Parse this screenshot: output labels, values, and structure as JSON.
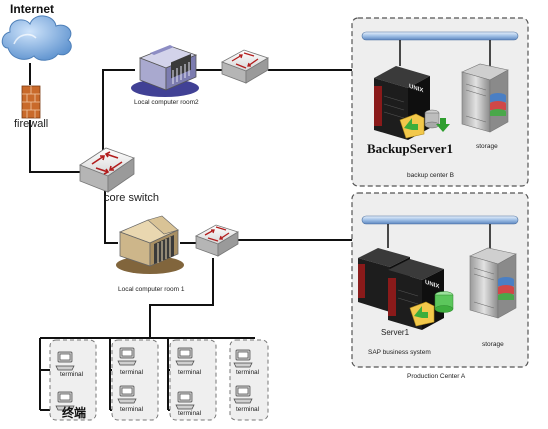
{
  "labels": {
    "internet": "Internet",
    "firewall": "firewall",
    "core_switch": "core switch",
    "local_room_2": "Local computer room2",
    "local_room_1": "Local computer room 1",
    "backup_server": "BackupServer1",
    "backup_storage": "storage",
    "backup_center": "backup center B",
    "server": "Server1",
    "sap_system": "SAP business system",
    "production_storage": "storage",
    "production_center": "Production Center A",
    "unix_1": "UNIX",
    "unix_2": "UNIX"
  },
  "terminals": {
    "col1_top": "terminal",
    "col1_bottom": "终端",
    "col2_top": "terminal",
    "col2_bottom": "terminal",
    "col3_top": "terminal",
    "col3_bottom": "terminal",
    "col4_top": "terminal",
    "col4_bottom": "terminal"
  },
  "colors": {
    "line": "#111111",
    "panel_fill": "#eeeeee",
    "panel_border": "#555555",
    "server_red": "#8a1a1a",
    "server_dark": "#1a1a1a",
    "bus_blue": "#aac6e8"
  }
}
